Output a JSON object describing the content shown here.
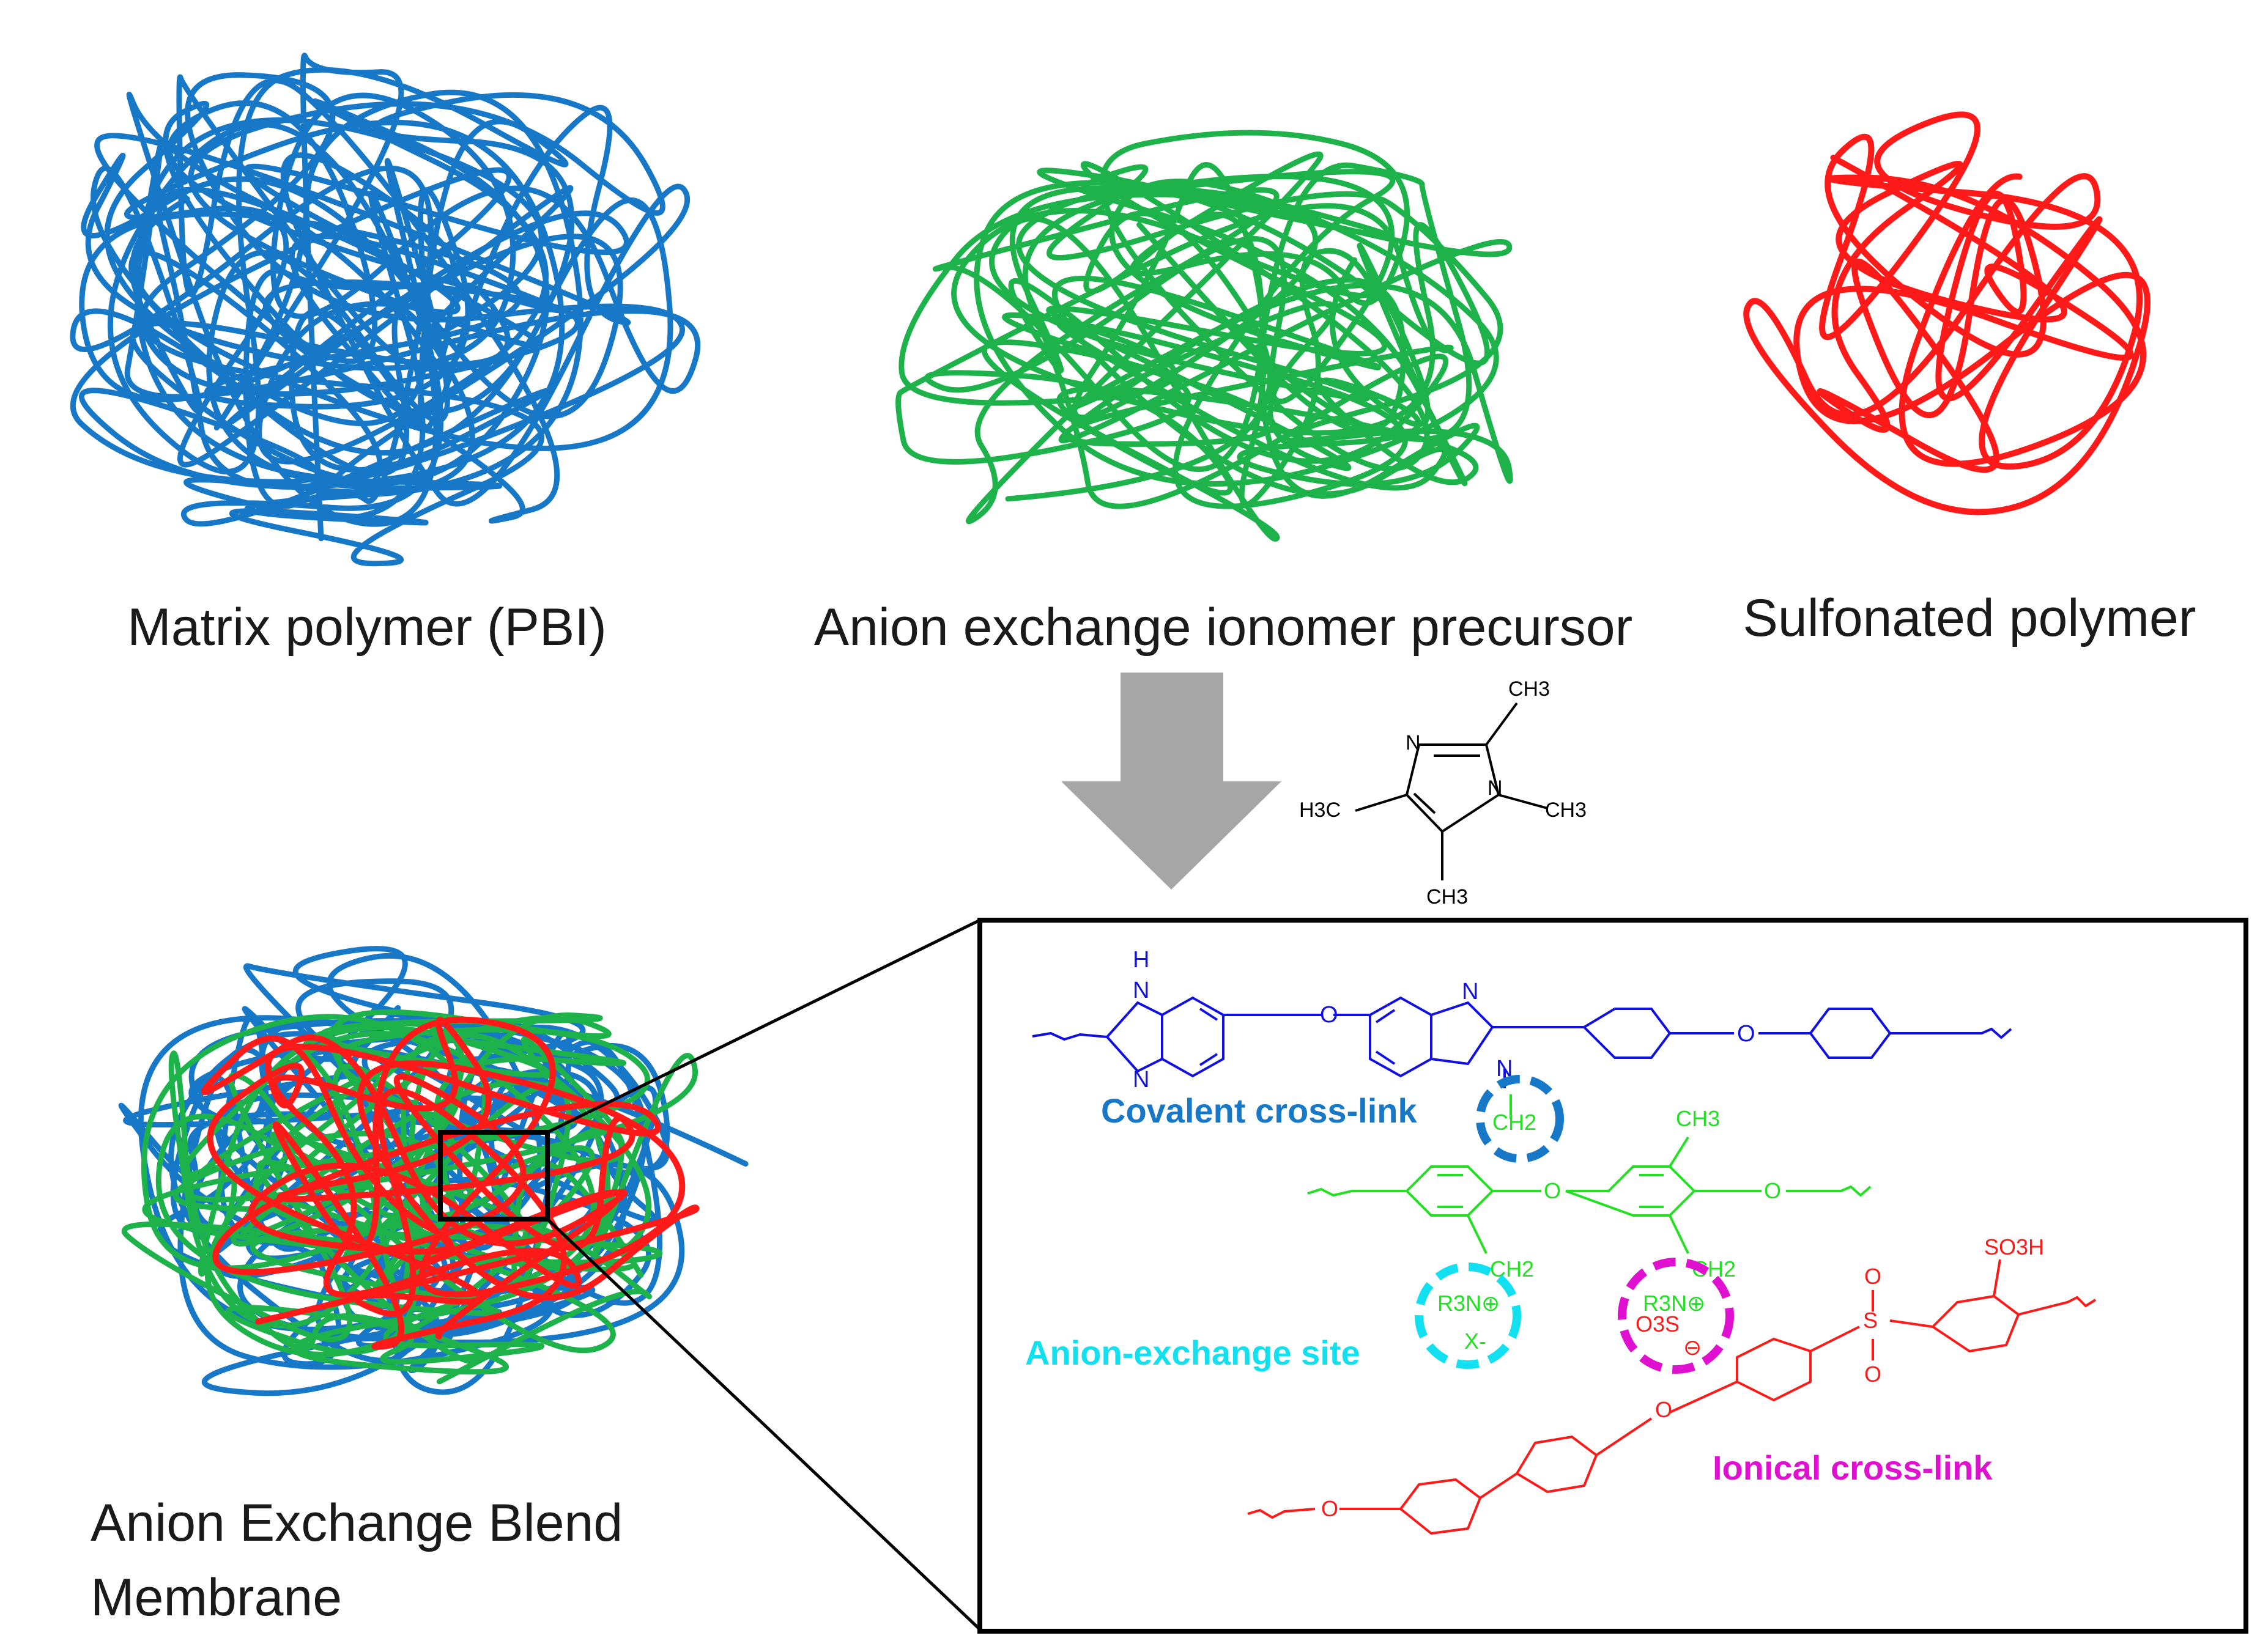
{
  "labels": {
    "matrix_polymer": "Matrix polymer (PBI)",
    "anion_precursor": "Anion exchange ionomer precursor",
    "sulfonated_polymer": "Sulfonated polymer",
    "blend_membrane_line1": "Anion Exchange Blend",
    "blend_membrane_line2": "Membrane"
  },
  "reagent": {
    "name": "1,2,4,5-tetramethylimidazole",
    "atom_n_top": "N",
    "atom_n_right": "N",
    "methyl_top": "CH3",
    "methyl_right": "CH3",
    "methyl_left": "H3C",
    "methyl_bottom": "CH3"
  },
  "structure": {
    "covalent_crosslink": "Covalent cross-link",
    "anion_exchange_site": "Anion-exchange site",
    "ionical_crosslink": "Ionical cross-link",
    "pbi_atoms": {
      "h": "H",
      "n1": "N",
      "n2": "N",
      "o1": "O",
      "n3": "N",
      "n4": "N",
      "o2": "O"
    },
    "ppo_atoms": {
      "ch2_link": "CH2",
      "ch3": "CH3",
      "o1": "O",
      "o2": "O",
      "ch2_a": "CH2",
      "ch2_b": "CH2"
    },
    "site_atoms": {
      "r3n_a": "R3N⊕",
      "x_minus": "X-",
      "r3n_b": "R3N⊕",
      "o3s": "O3S",
      "minus": "⊖"
    },
    "spes_atoms": {
      "so3h": "SO3H",
      "s": "S",
      "o_top": "O",
      "o_bot": "O",
      "o_ether": "O",
      "o_end": "O"
    }
  },
  "colors": {
    "pbi": "#1878c8",
    "ppo": "#1db34a",
    "sulfonated": "#ff1a1a",
    "pbi_structure": "#1010e0",
    "ppo_structure": "#22e022",
    "covalent_label": "#1878c8",
    "anion_label": "#10e0f0",
    "ionical_label": "#e010d0",
    "arrow": "#a6a6a6"
  }
}
